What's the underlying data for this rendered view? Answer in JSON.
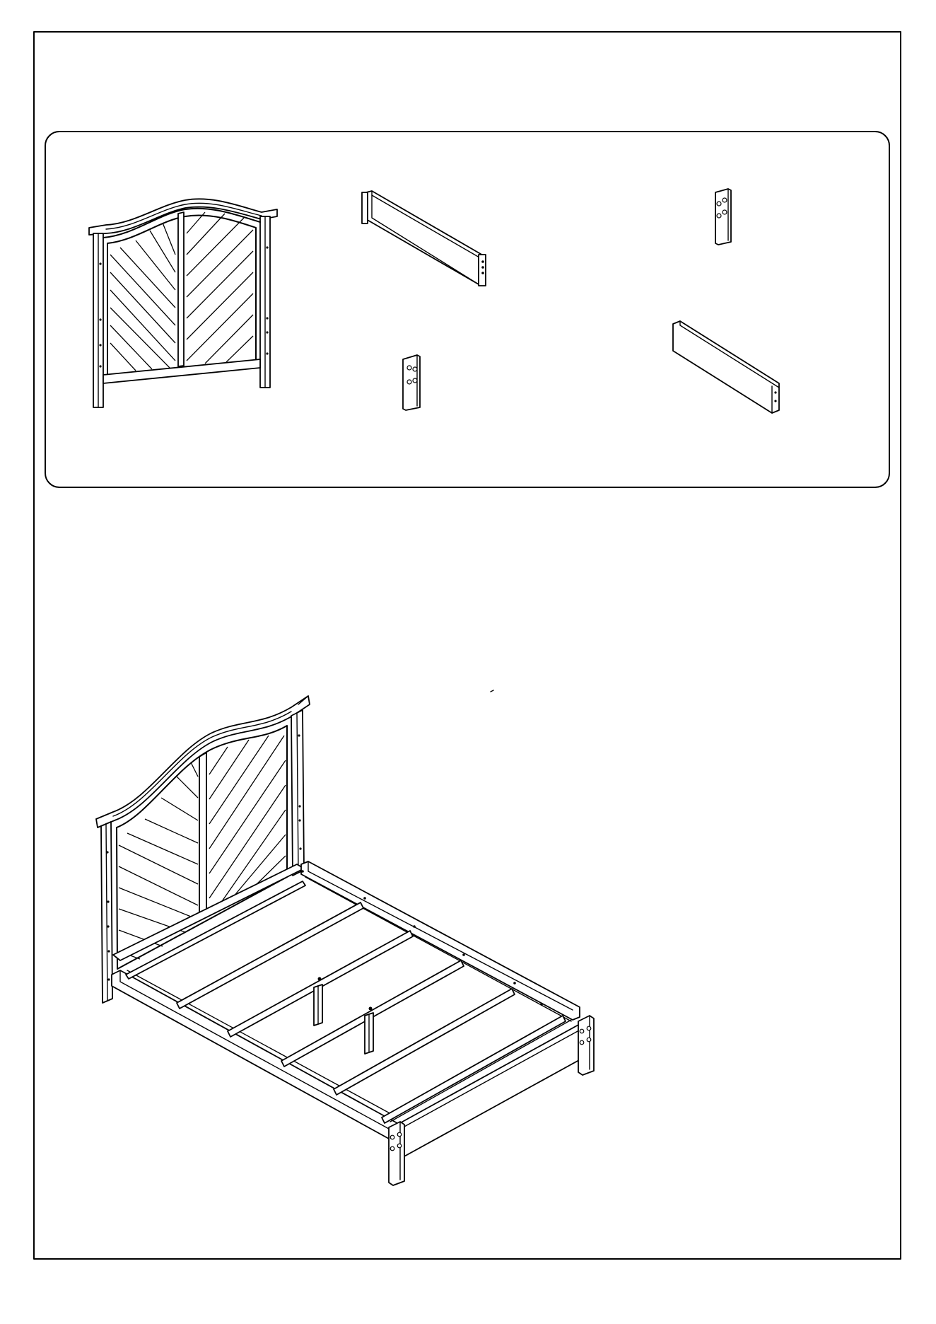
{
  "page": {
    "description_visible_text": ""
  },
  "parts_panel": {
    "parts": [
      {
        "id": "headboard",
        "icon": "headboard-part-icon"
      },
      {
        "id": "side-rail",
        "icon": "side-rail-part-icon"
      },
      {
        "id": "short-leg-left",
        "icon": "leg-block-part-icon"
      },
      {
        "id": "short-leg-right",
        "icon": "leg-block-part-icon"
      },
      {
        "id": "footboard-rail",
        "icon": "foot-rail-part-icon"
      }
    ]
  },
  "assembled_view": {
    "icon": "assembled-bed-frame-icon"
  },
  "colors": {
    "line": "#000000",
    "paper": "#ffffff"
  }
}
